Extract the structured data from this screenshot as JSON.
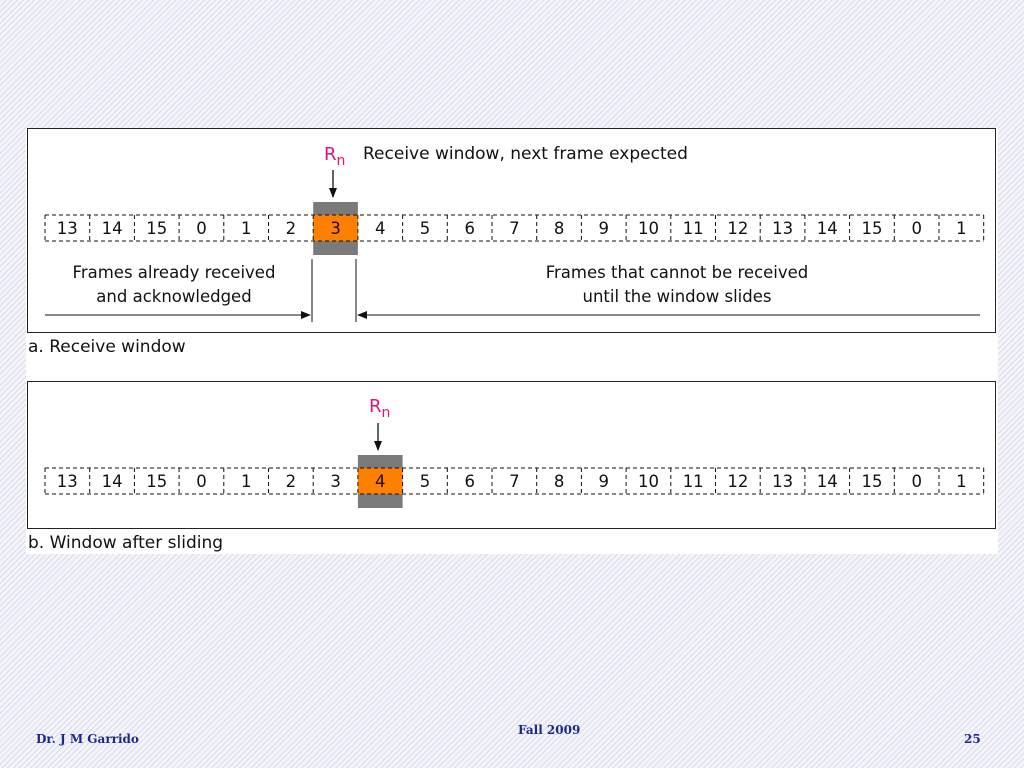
{
  "sequence": [
    "13",
    "14",
    "15",
    "0",
    "1",
    "2",
    "3",
    "4",
    "5",
    "6",
    "7",
    "8",
    "9",
    "10",
    "11",
    "12",
    "13",
    "14",
    "15",
    "0",
    "1"
  ],
  "colors": {
    "highlight": "#ff8000",
    "window_frame": "#7a7a7a",
    "pointer_label": "#e0107a",
    "footer_text": "#1a2a8a"
  },
  "pointer": {
    "symbol": "R",
    "subscript": "n"
  },
  "panel_a": {
    "caption": "a. Receive window",
    "highlight_index": 6,
    "pointer_desc": "Receive window, next frame expected",
    "left_label_line1": "Frames already received",
    "left_label_line2": "and acknowledged",
    "right_label_line1": "Frames that cannot be received",
    "right_label_line2": "until the window slides"
  },
  "panel_b": {
    "caption": "b. Window after sliding",
    "highlight_index": 7
  },
  "footer": {
    "author": "Dr. J M Garrido",
    "term": "Fall 2009",
    "page": "25"
  }
}
